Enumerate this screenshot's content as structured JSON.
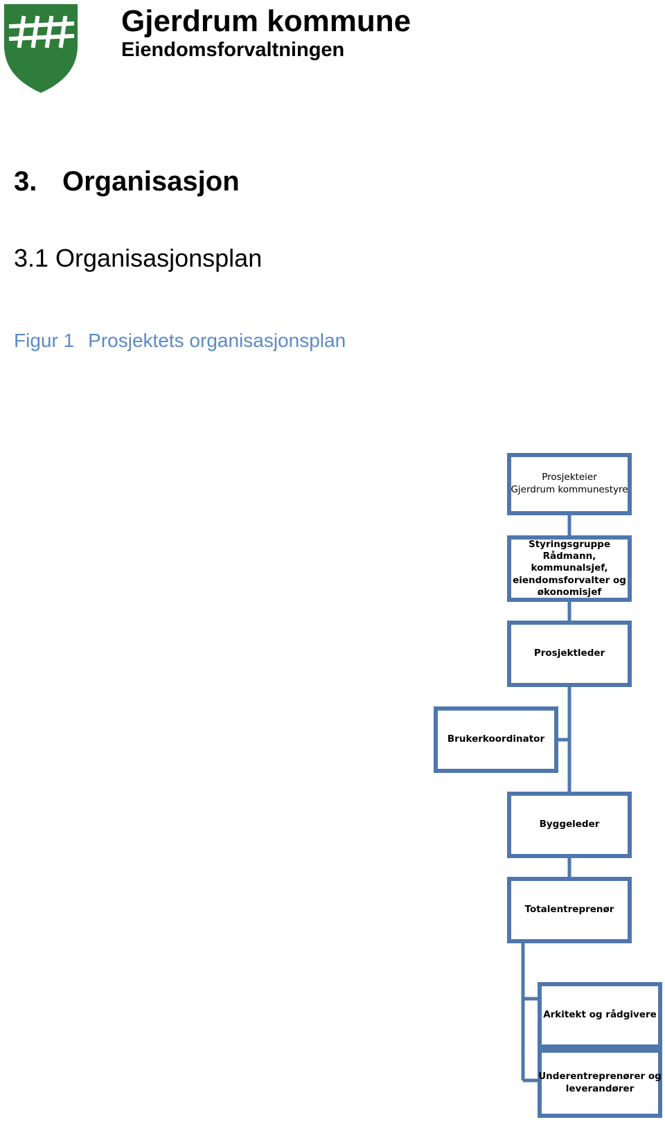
{
  "header": {
    "title": "Gjerdrum kommune",
    "subtitle": "Eiendomsforvaltningen",
    "logo_colors": {
      "shield": "#2e7d3a",
      "fence": "#ffffff"
    }
  },
  "heading1": {
    "number": "3.",
    "text": "Organisasjon"
  },
  "heading2": "3.1 Organisasjonsplan",
  "figure": {
    "number": "Figur 1",
    "text": "Prosjektets organisasjonsplan"
  },
  "org": {
    "prosjekteier": {
      "line1": "Prosjekteier",
      "line2": "Gjerdrum kommunestyre"
    },
    "styringsgruppe": {
      "line1": "Styringsgruppe",
      "line2": "Rådmann,",
      "line3": "kommunalsjef,",
      "line4": "eiendomsforvalter og",
      "line5": "økonomisjef"
    },
    "prosjektleder": "Prosjektleder",
    "brukerkoordinator": "Brukerkoordinator",
    "byggeleder": "Byggeleder",
    "totalentreprenor": "Totalentreprenør",
    "arkitekt": "Arkitekt og rådgivere",
    "underentreprenorer": {
      "line1": "Underentreprenører og",
      "line2": "leverandører"
    },
    "colors": {
      "border": "#4f77ad",
      "caption": "#5b8ac6"
    }
  }
}
